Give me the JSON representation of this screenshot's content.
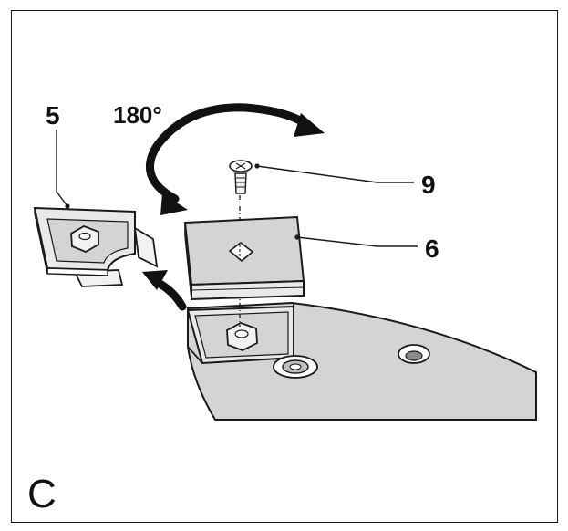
{
  "figure": {
    "panel_label": "C",
    "rotation_label": "180°",
    "callouts": {
      "part_5": "5",
      "part_6": "6",
      "part_9": "9"
    }
  },
  "colors": {
    "line": "#1a1a1a",
    "panel_fill": "#d4d4d4",
    "light_fill": "#e9e9e9",
    "white": "#ffffff"
  },
  "icons": {
    "rotate_arrow": "curved-arrow-180-icon",
    "move_arrow": "curved-arrow-left-icon",
    "screw": "screw-icon"
  }
}
